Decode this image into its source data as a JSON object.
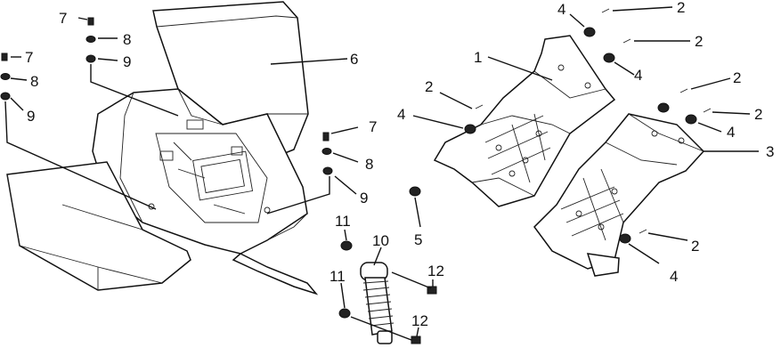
{
  "diagram": {
    "callouts": [
      {
        "id": "c1",
        "text": "1"
      },
      {
        "id": "c2a",
        "text": "2"
      },
      {
        "id": "c2b",
        "text": "2"
      },
      {
        "id": "c2c",
        "text": "2"
      },
      {
        "id": "c2d",
        "text": "2"
      },
      {
        "id": "c2e",
        "text": "2"
      },
      {
        "id": "c2f",
        "text": "2"
      },
      {
        "id": "c3",
        "text": "3"
      },
      {
        "id": "c4a",
        "text": "4"
      },
      {
        "id": "c4b",
        "text": "4"
      },
      {
        "id": "c4c",
        "text": "4"
      },
      {
        "id": "c4d",
        "text": "4"
      },
      {
        "id": "c4e",
        "text": "4"
      },
      {
        "id": "c5",
        "text": "5"
      },
      {
        "id": "c6",
        "text": "6"
      },
      {
        "id": "c7a",
        "text": "7"
      },
      {
        "id": "c7b",
        "text": "7"
      },
      {
        "id": "c7c",
        "text": "7"
      },
      {
        "id": "c8a",
        "text": "8"
      },
      {
        "id": "c8b",
        "text": "8"
      },
      {
        "id": "c8c",
        "text": "8"
      },
      {
        "id": "c9a",
        "text": "9"
      },
      {
        "id": "c9b",
        "text": "9"
      },
      {
        "id": "c9c",
        "text": "9"
      },
      {
        "id": "c10",
        "text": "10"
      },
      {
        "id": "c11a",
        "text": "11"
      },
      {
        "id": "c11b",
        "text": "11"
      },
      {
        "id": "c12a",
        "text": "12"
      },
      {
        "id": "c12b",
        "text": "12"
      }
    ]
  }
}
